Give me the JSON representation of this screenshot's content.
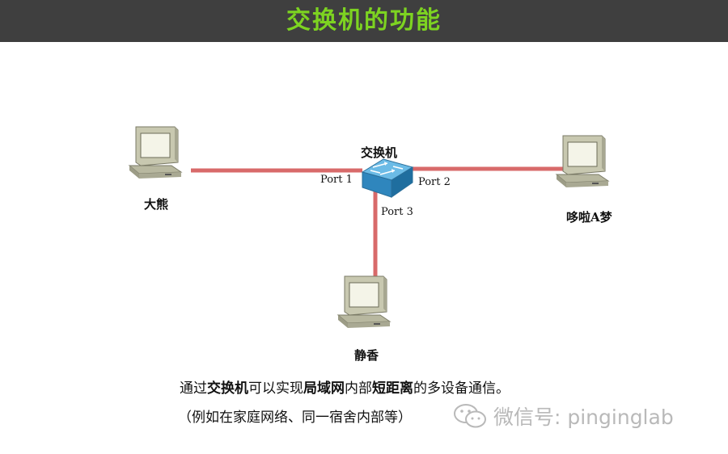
{
  "title": "交换机的功能",
  "diagram": {
    "switch_label": "交换机",
    "ports": [
      "Port 1",
      "Port 2",
      "Port 3"
    ],
    "computers": [
      "大熊",
      "哆啦A梦",
      "静香"
    ],
    "colors": {
      "link": "#d86a6a",
      "switch": "#3c9ad0",
      "pc": "#c8c8b0",
      "screen": "#f4f4e8"
    }
  },
  "caption": {
    "line1": {
      "p1": "通过",
      "b1": "交换机",
      "p2": "可以实现",
      "b2": "局域网",
      "p3": "内部",
      "b3": "短距离",
      "p4": "的多设备通信。"
    },
    "line2": "（例如在家庭网络、同一宿舍内部等）"
  },
  "watermark": {
    "icon": "wechat-icon",
    "text": "微信号: pinginglab"
  }
}
